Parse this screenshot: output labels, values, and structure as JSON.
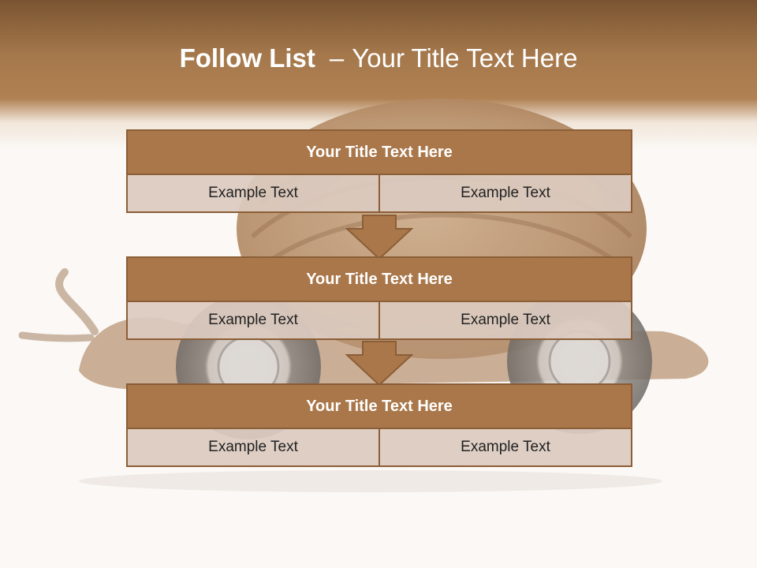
{
  "slide": {
    "title_bold": "Follow List",
    "title_dash": "–",
    "title_rest": "Your Title Text Here"
  },
  "blocks": [
    {
      "title": "Your Title Text Here",
      "left": "Example Text",
      "right": "Example Text"
    },
    {
      "title": "Your Title Text Here",
      "left": "Example Text",
      "right": "Example Text"
    },
    {
      "title": "Your Title Text Here",
      "left": "Example Text",
      "right": "Example Text"
    }
  ],
  "colors": {
    "header": "#a5784c",
    "block_title": "#aa774a",
    "block_border": "#8b5e37",
    "cell_fill": "#dccabf"
  },
  "background_illustration": "snail-on-wheels"
}
